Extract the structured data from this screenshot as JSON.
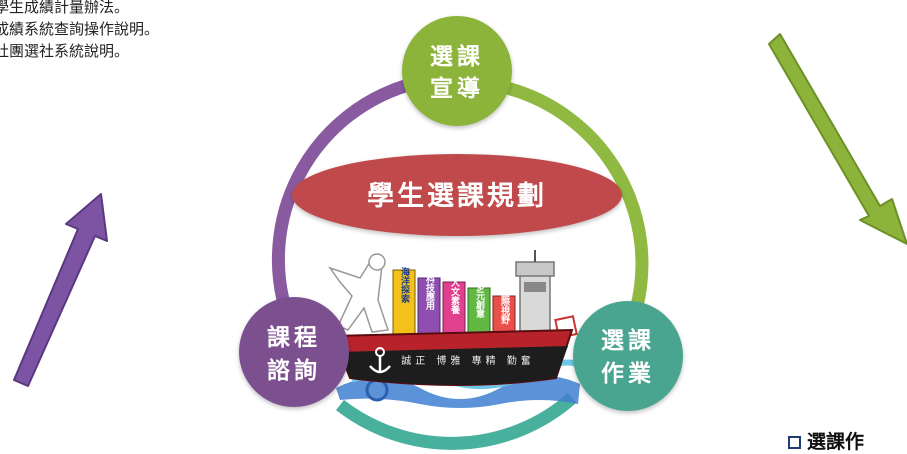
{
  "notes": [
    "學生成績計量辦法。",
    "成績系統查詢操作說明。",
    "社團選社系統說明。"
  ],
  "diagram": {
    "center_title": "學生選課規劃",
    "nodes": [
      {
        "line1": "選課",
        "line2": "宣導",
        "color": "#8cb43a"
      },
      {
        "line1": "選課",
        "line2": "作業",
        "color": "#4aa58f"
      },
      {
        "line1": "課程",
        "line2": "諮詢",
        "color": "#7b4f8f"
      }
    ],
    "ring_colors": {
      "top_right": "#8fb940",
      "bottom": "#4ab09e",
      "left": "#8a5aa0"
    },
    "ship": {
      "banners": [
        "海洋探索",
        "科技應用",
        "人文素養",
        "多元創意",
        "國際視野"
      ],
      "motto": "誠正 博雅 專精 勤奮",
      "banner_colors": [
        "#f2c21b",
        "#8e4fb0",
        "#e0418f",
        "#61b944",
        "#e9504a"
      ]
    }
  },
  "footer": {
    "label": "選課作"
  },
  "arrow_colors": {
    "left": "#7d54a3",
    "right": "#8cb43a"
  }
}
